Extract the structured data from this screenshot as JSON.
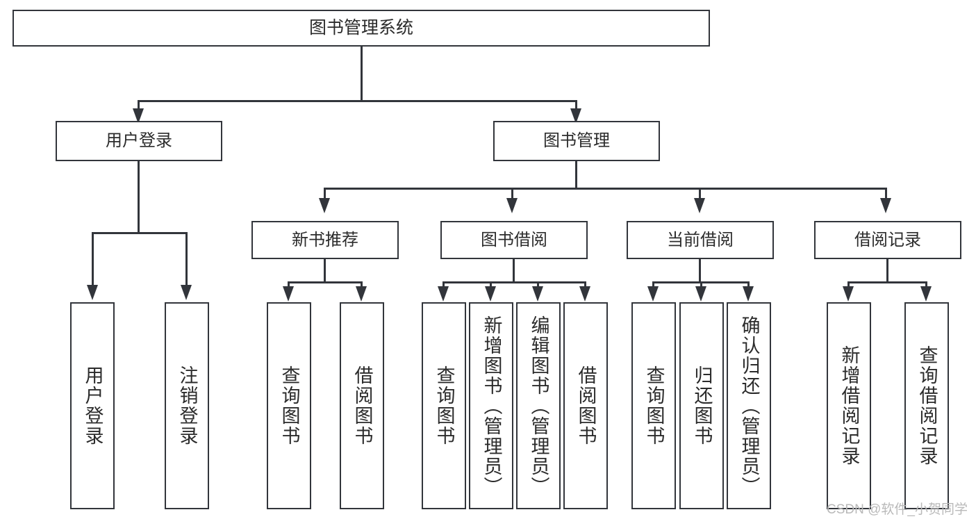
{
  "diagram": {
    "title": "图书管理系统",
    "type": "hierarchy-tree",
    "root": {
      "label": "图书管理系统"
    },
    "level1": [
      {
        "label": "用户登录"
      },
      {
        "label": "图书管理"
      }
    ],
    "level2": [
      {
        "label": "新书推荐"
      },
      {
        "label": "图书借阅"
      },
      {
        "label": "当前借阅"
      },
      {
        "label": "借阅记录"
      }
    ],
    "leaves": {
      "user_login": [
        {
          "label": "用户登录"
        },
        {
          "label": "注销登录"
        }
      ],
      "new_book_recommend": [
        {
          "label": "查询图书"
        },
        {
          "label": "借阅图书"
        }
      ],
      "book_borrow": [
        {
          "label": "查询图书"
        },
        {
          "label": "新增图书（管理员）"
        },
        {
          "label": "编辑图书（管理员）"
        },
        {
          "label": "借阅图书"
        }
      ],
      "current_borrow": [
        {
          "label": "查询图书"
        },
        {
          "label": "归还图书"
        },
        {
          "label": "确认归还（管理员）"
        }
      ],
      "borrow_record": [
        {
          "label": "新增借阅记录"
        },
        {
          "label": "查询借阅记录"
        }
      ]
    }
  },
  "watermark": {
    "text": "CSDN @软件_小贺同学"
  },
  "colors": {
    "stroke": "#32353b",
    "text": "#2b2b2b",
    "background": "#ffffff",
    "watermark": "#b9b9b9"
  }
}
